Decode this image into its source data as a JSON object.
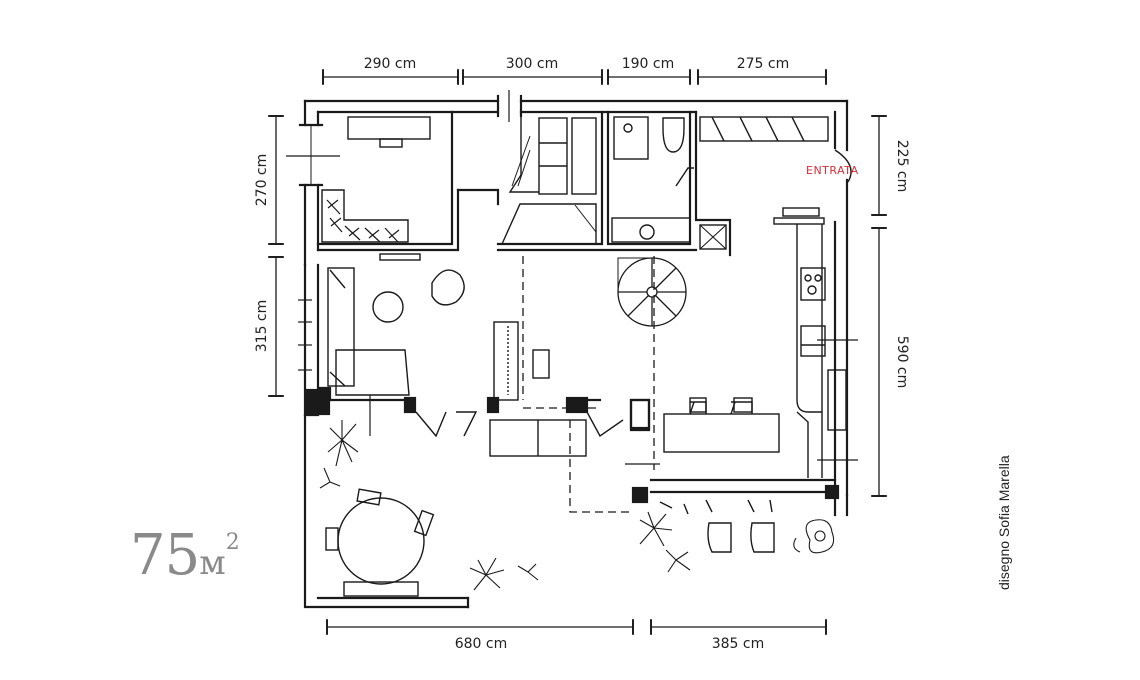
{
  "dimensions": {
    "top": [
      "290 cm",
      "300 cm",
      "190 cm",
      "275 cm"
    ],
    "bottom": [
      "680 cm",
      "385 cm"
    ],
    "left": [
      "270 cm",
      "315 cm"
    ],
    "right": [
      "225 cm",
      "590 cm"
    ]
  },
  "entrance_label": "ENTRATA",
  "area": {
    "number": "75",
    "unit": "м",
    "sup": "2"
  },
  "credit": "disegno Sofia Marella",
  "colors": {
    "ink": "#1a1a1a",
    "accent": "#d4303a",
    "area_text": "#8a8a8a"
  }
}
